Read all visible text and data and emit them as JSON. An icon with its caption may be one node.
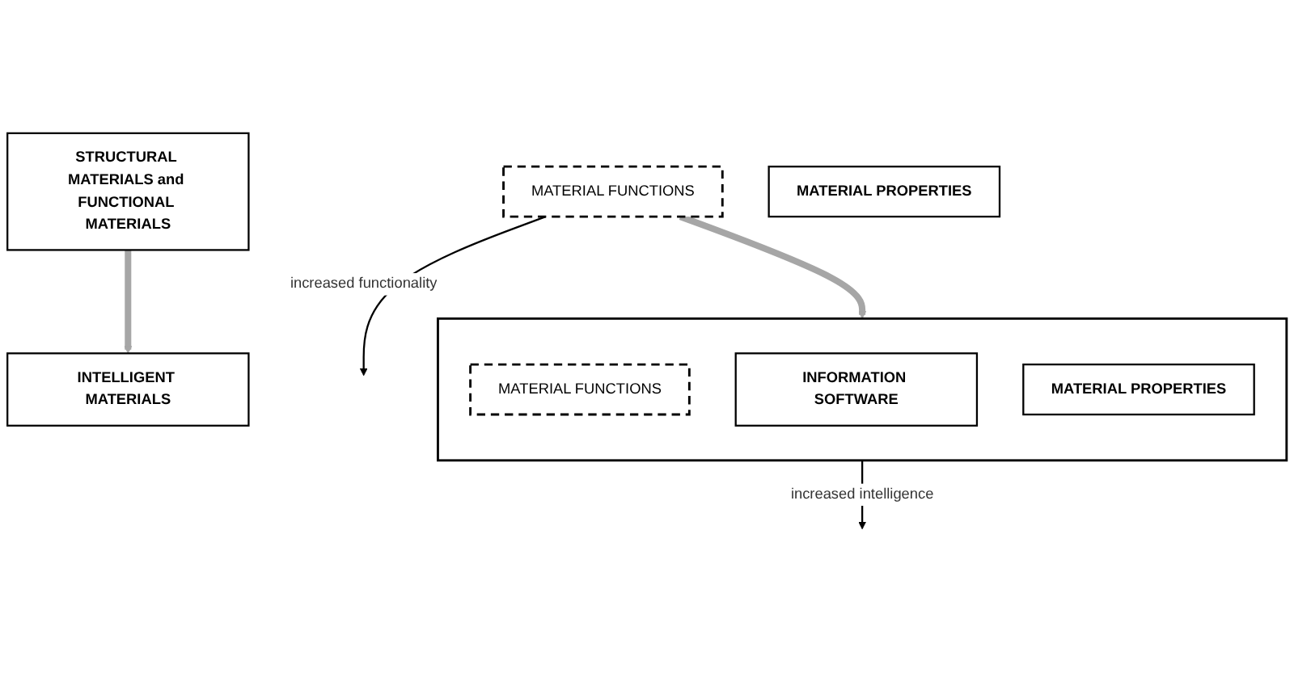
{
  "diagram": {
    "nodes": [
      {
        "text": [
          "STRUCTURAL MATERIALS and FUNCTIONAL MATERIALS"
        ]
      },
      {
        "text": [
          "INTELLIGENT MATERIALS"
        ]
      },
      {
        "text": [
          "MATERIAL FUNCTIONS"
        ]
      },
      {
        "text": [
          "MATERIAL PROPERTIES"
        ]
      },
      {
        "text": [],
        "shape": "box"
      },
      {
        "text": [
          "MATERIAL FUNCTIONS"
        ],
        "in": 4
      },
      {
        "text": [
          "INFORMATION SOFTWARE"
        ],
        "in": 4
      },
      {
        "text": [
          "MATERIAL PROPERTIES"
        ],
        "in": 4
      }
    ],
    "edges": [
      {
        "from": 0,
        "to": 1,
        "arrow": "to",
        "style": "thick",
        "color": "#a6a6a6"
      },
      {
        "from": 2,
        "to": null,
        "arrow": "to",
        "label": "increased functionality",
        "color": "#000000"
      },
      {
        "from": 2,
        "to": 4,
        "arrow": "to",
        "style": "thick",
        "color": "#a6a6a6"
      },
      {
        "from": 4,
        "to": null,
        "arrow": "to",
        "label": "increased intelligence",
        "color": "#000000"
      }
    ]
  }
}
